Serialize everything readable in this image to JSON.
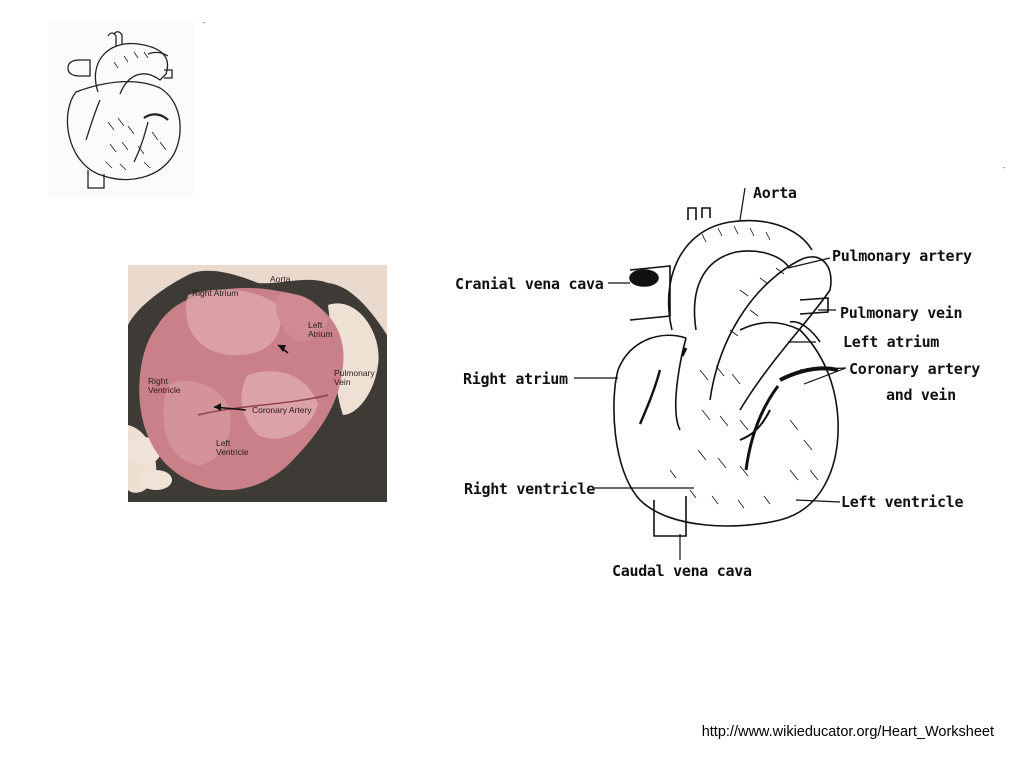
{
  "photo_labels": {
    "aorta": "Aorta",
    "right_atrium": "Right Atrium",
    "left_atrium": "Left\nAtrium",
    "right_ventricle": "Right\nVentricle",
    "pulmonary_vein": "Pulmonary\nVein",
    "coronary_artery": "Coronary Artery",
    "left_ventricle": "Left\nVentricle"
  },
  "diagram_labels": {
    "aorta": "Aorta",
    "pulmonary_artery": "Pulmonary artery",
    "cranial_vena_cava": "Cranial vena cava",
    "pulmonary_vein": "Pulmonary vein",
    "left_atrium": "Left atrium",
    "right_atrium": "Right atrium",
    "coronary_artery_line1": "Coronary artery",
    "coronary_artery_line2": "and vein",
    "right_ventricle": "Right ventricle",
    "left_ventricle": "Left ventricle",
    "caudal_vena_cava": "Caudal vena cava"
  },
  "footer": {
    "url": "http://www.wikieducator.org/Heart_Worksheet"
  },
  "colors": {
    "photo_background": "#3e3a36",
    "heart_tissue": "#c98088",
    "line_art": "#111111"
  }
}
